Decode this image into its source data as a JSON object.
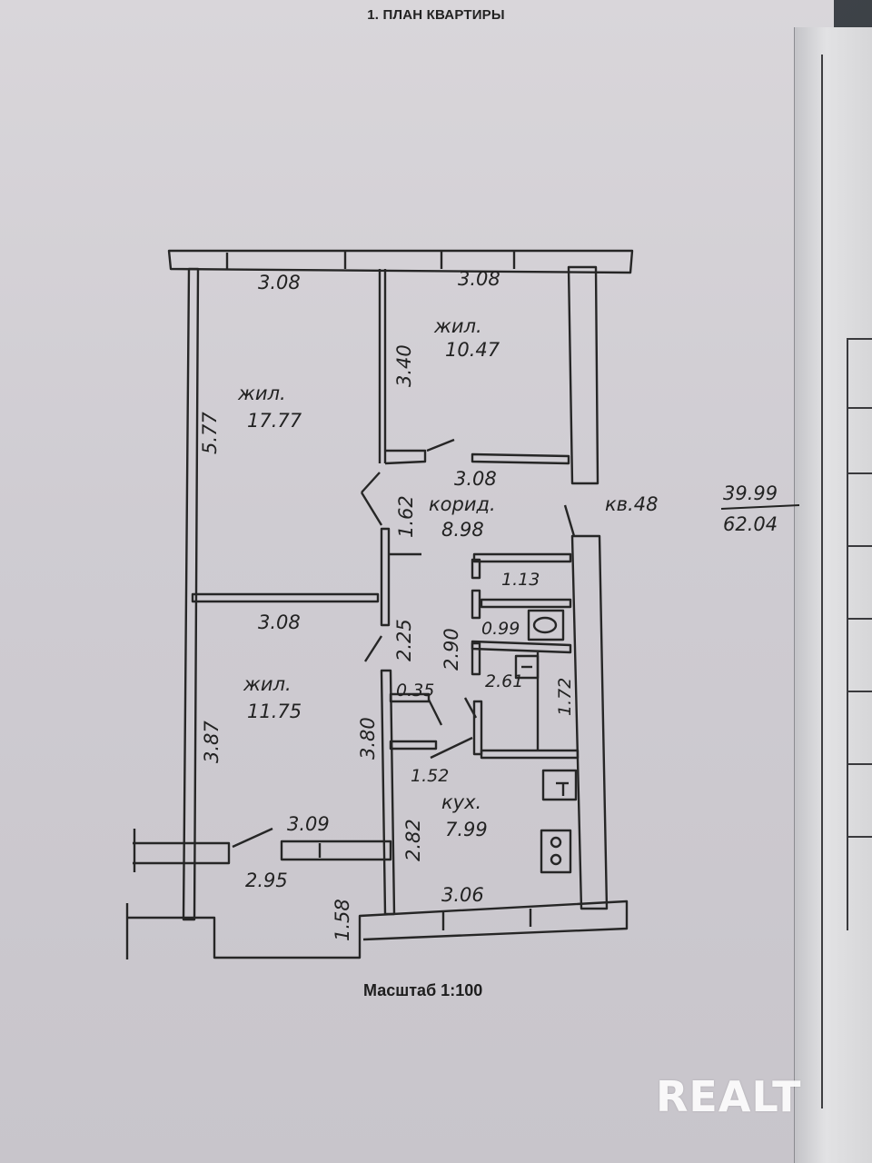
{
  "title": "1. ПЛАН КВАРТИРЫ",
  "scale_label": "Масштаб 1:100",
  "watermark": "REALT",
  "apartment": {
    "label": "кв.48",
    "area_fraction": {
      "numerator": "39.99",
      "denominator": "62.04"
    }
  },
  "rooms": [
    {
      "name": "жил.",
      "area": "17.77"
    },
    {
      "name": "жил.",
      "area": "10.47"
    },
    {
      "name": "корид.",
      "area": "8.98"
    },
    {
      "name": "жил.",
      "area": "11.75"
    },
    {
      "name": "кух.",
      "area": "7.99"
    }
  ],
  "dimensions": {
    "top_left_width": "3.08",
    "top_right_width": "3.08",
    "left_room_height": "5.77",
    "right_room_height": "3.40",
    "corridor_width": "3.08",
    "corridor_height": "1.62",
    "mid_left_width": "3.08",
    "corridor_mid_height": "2.25",
    "bath_height": "2.90",
    "wc_width": "1.13",
    "wc_area": "0.99",
    "bath_area": "2.61",
    "bath_side": "1.72",
    "closet_area": "0.35",
    "closet_width": "1.52",
    "lower_room_height": "3.87",
    "lower_room_side": "3.80",
    "balcony_top": "3.09",
    "balcony_bottom": "2.95",
    "balcony_side": "1.58",
    "kitchen_height": "2.82",
    "kitchen_width": "3.06"
  }
}
